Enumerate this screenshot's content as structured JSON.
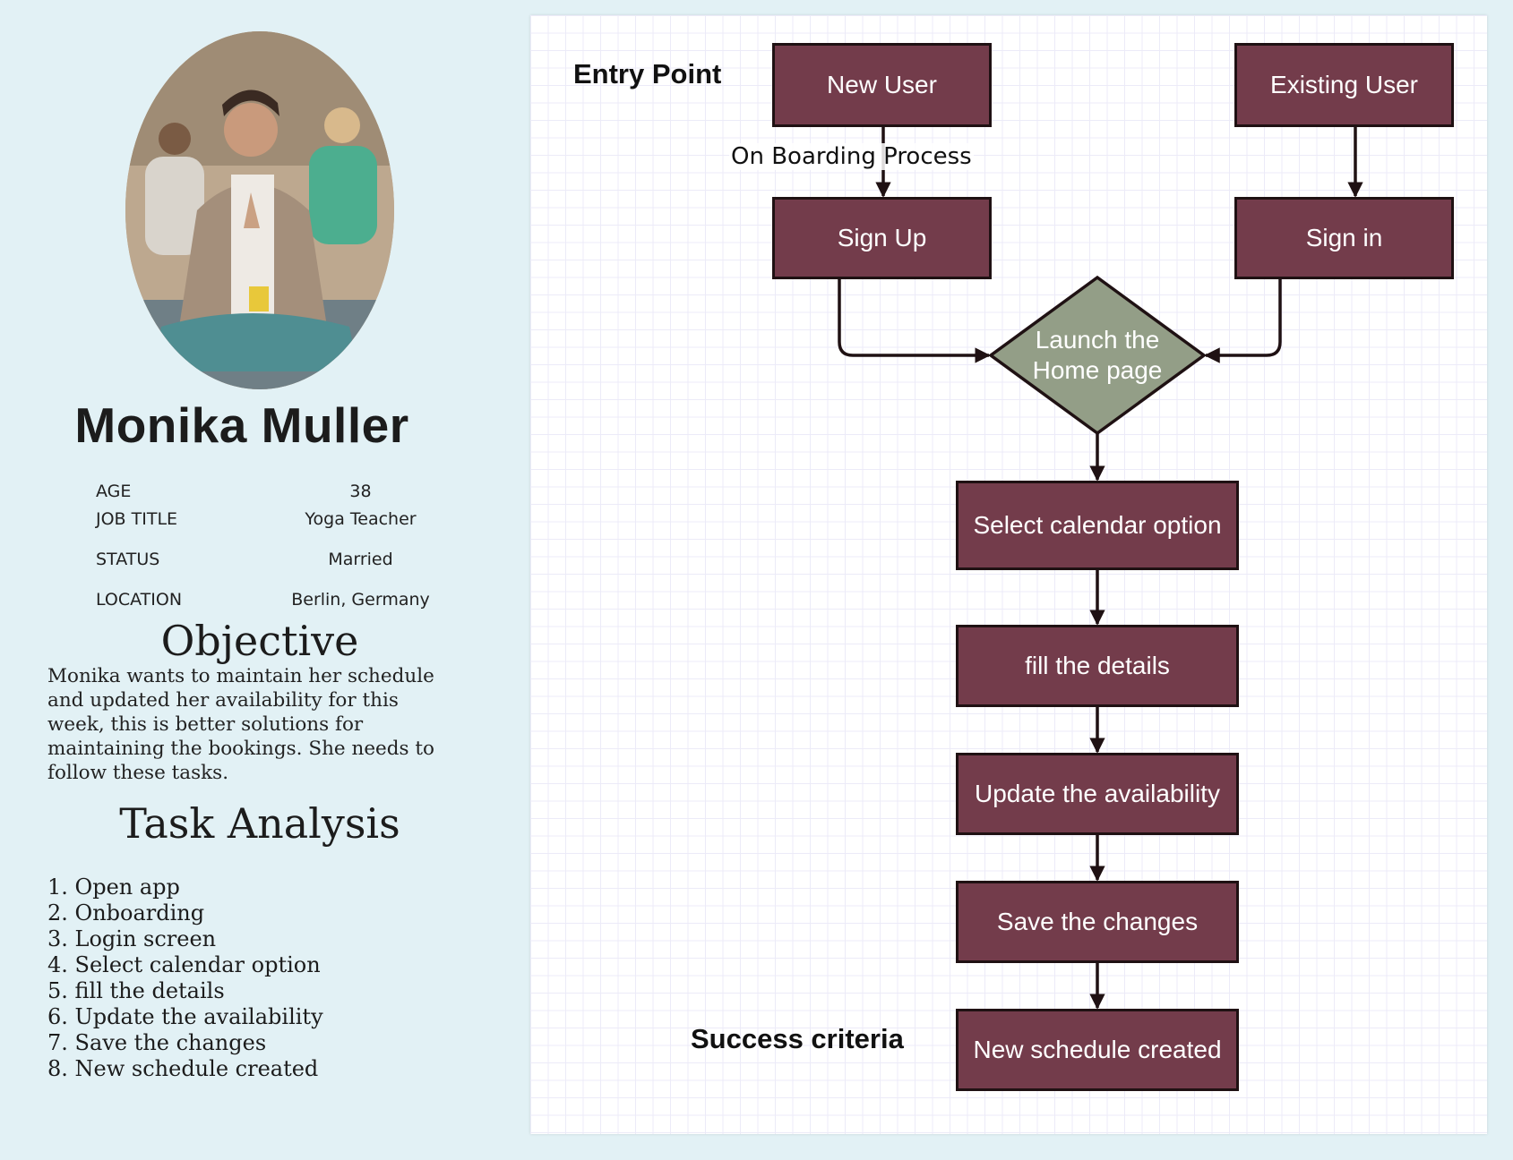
{
  "persona": {
    "name": "Monika Muller",
    "photo_icon": "persona-photo-yoga-icon",
    "details": [
      {
        "label": "AGE",
        "value": "38"
      },
      {
        "label": "JOB TITLE",
        "value": "Yoga Teacher"
      },
      {
        "label": "STATUS",
        "value": "Married"
      },
      {
        "label": "LOCATION",
        "value": "Berlin, Germany"
      }
    ]
  },
  "objective": {
    "title": "Objective",
    "text": "Monika wants to maintain her schedule and updated her availability for this week, this is better solutions for maintaining the bookings. She needs to follow these tasks."
  },
  "task_analysis": {
    "title": "Task Analysis",
    "items": [
      "1. Open app",
      "2. Onboarding",
      "3. Login screen",
      "4. Select calendar option",
      "5. fill the details",
      "6. Update the availability",
      "7. Save the changes",
      "8. New schedule created"
    ]
  },
  "flowchart": {
    "entry_point_label": "Entry Point",
    "success_criteria_label": "Success criteria",
    "onboarding_label": "On Boarding Process",
    "nodes": {
      "new_user": "New User",
      "existing_user": "Existing User",
      "sign_up": "Sign Up",
      "sign_in": "Sign in",
      "launch_home": "Launch the Home page",
      "select_calendar": "Select calendar option",
      "fill_details": "fill the details",
      "update_availability": "Update the availability",
      "save_changes": "Save the changes",
      "new_schedule": "New schedule created"
    },
    "colors": {
      "box_fill": "#733c4b",
      "box_border": "#1f1113",
      "diamond_fill": "#939e87",
      "connector": "#1f1113",
      "grid_line": "#ecebf8"
    }
  }
}
